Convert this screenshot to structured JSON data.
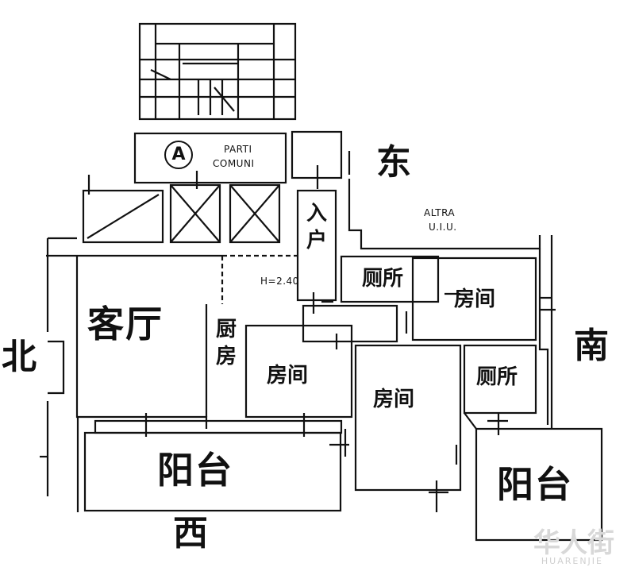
{
  "labels": {
    "east": "东",
    "north": "北",
    "south": "南",
    "west": "西",
    "living_room": "客厅",
    "kitchen": "厨房",
    "entrance": "入户",
    "toilet_top": "厕所",
    "toilet_right": "厕所",
    "room_upper_right": "房间",
    "room_middle": "房间",
    "room_center": "房间",
    "balcony_west": "阳台",
    "balcony_south": "阳台",
    "parti_line1": "PARTI",
    "parti_line2": "COMUNI",
    "marker_a": "A",
    "altra_line1": "ALTRA",
    "altra_line2": "U.I.U.",
    "height": "H=2.40"
  },
  "watermark": {
    "text": "华人街",
    "sub": "HUARENJIE"
  },
  "colors": {
    "ink": "#111111",
    "paper": "#ffffff",
    "watermark": "#d8d8d8"
  }
}
